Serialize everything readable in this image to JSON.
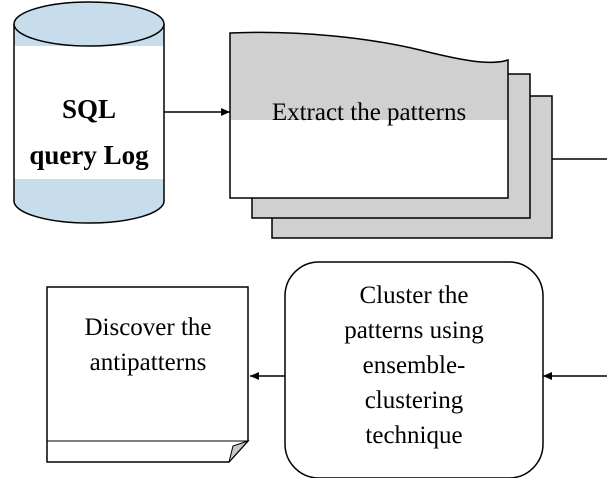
{
  "diagram": {
    "database": {
      "line1": "SQL",
      "line2": "query Log"
    },
    "extract": {
      "label": "Extract the patterns"
    },
    "cluster": {
      "line1": "Cluster the",
      "line2": "patterns using",
      "line3": "ensemble-",
      "line4": "clustering",
      "line5": "technique"
    },
    "discover": {
      "line1": "Discover the",
      "line2": "antipatterns"
    }
  },
  "colors": {
    "cylinder_fill": "#c8ddeb",
    "document_shade": "#d0d0d0",
    "stroke": "#000000",
    "background": "#ffffff"
  }
}
